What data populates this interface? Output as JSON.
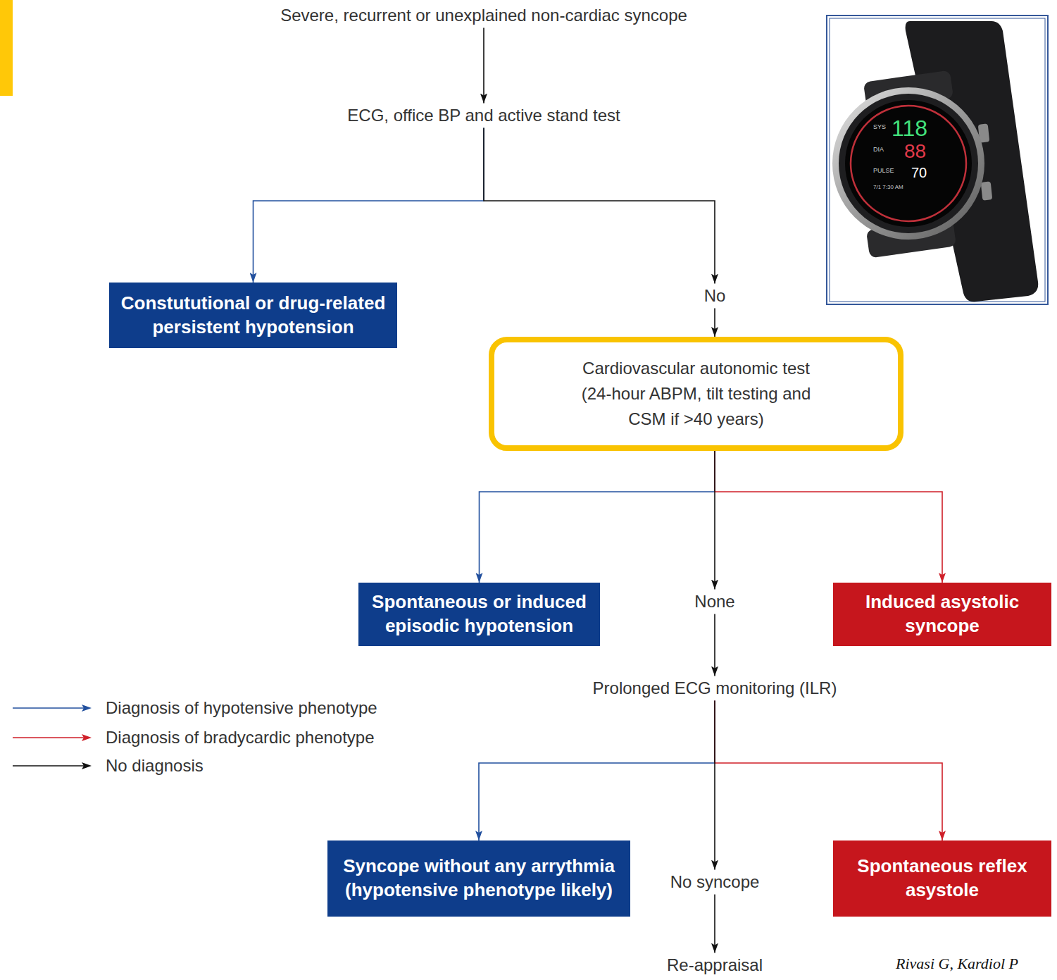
{
  "diagram": {
    "nodes": [
      {
        "text": [
          "Severe, recurrent or unexplained non-cardiac syncope"
        ]
      },
      {
        "text": [
          "ECG, office BP and active stand test"
        ]
      },
      {
        "text": [
          "Constututional or drug-related persistent hypotension"
        ]
      },
      {
        "text": [
          "No"
        ]
      },
      {
        "text": [
          "Cardiovascular autonomic test (24-hour ABPM, tilt testing and CSM if >40 years)"
        ]
      },
      {
        "text": [
          "Spontaneous or induced episodic hypotension"
        ]
      },
      {
        "text": [
          "None"
        ]
      },
      {
        "text": [
          "Induced asystolic syncope"
        ]
      },
      {
        "text": [
          "Prolonged ECG monitoring (ILR)"
        ]
      },
      {
        "text": [
          "Syncope without any arrythmia (hypotensive phenotype likely)"
        ]
      },
      {
        "text": [
          "No syncope"
        ]
      },
      {
        "text": [
          "Spontaneous reflex asystole"
        ]
      },
      {
        "text": [
          "Re-appraisal"
        ]
      }
    ],
    "edges": [
      {
        "from": 0,
        "to": 1,
        "arrow": "to"
      },
      {
        "from": 1,
        "to": 2,
        "arrow": "to"
      },
      {
        "from": 1,
        "to": 3,
        "arrow": "to"
      },
      {
        "from": 3,
        "to": 4,
        "arrow": "to"
      },
      {
        "from": 4,
        "to": 5,
        "arrow": "to"
      },
      {
        "from": 4,
        "to": 6,
        "arrow": "to"
      },
      {
        "from": 4,
        "to": 7,
        "arrow": "to"
      },
      {
        "from": 6,
        "to": 8,
        "arrow": "to"
      },
      {
        "from": 8,
        "to": 9,
        "arrow": "to"
      },
      {
        "from": 8,
        "to": 10,
        "arrow": "to"
      },
      {
        "from": 8,
        "to": 11,
        "arrow": "to"
      },
      {
        "from": 10,
        "to": 12,
        "arrow": "to"
      }
    ],
    "labels": [
      "SYS",
      "118",
      "DIA",
      "88",
      "PULSE",
      "70",
      "7/1 7:30 AM",
      "Rivasi G, Kardiol P"
    ],
    "legend": [
      {
        "text": "Diagnosis of hypotensive phenotype"
      },
      {
        "text": "Diagnosis of bradycardic phenotype"
      },
      {
        "text": "No diagnosis"
      }
    ]
  }
}
